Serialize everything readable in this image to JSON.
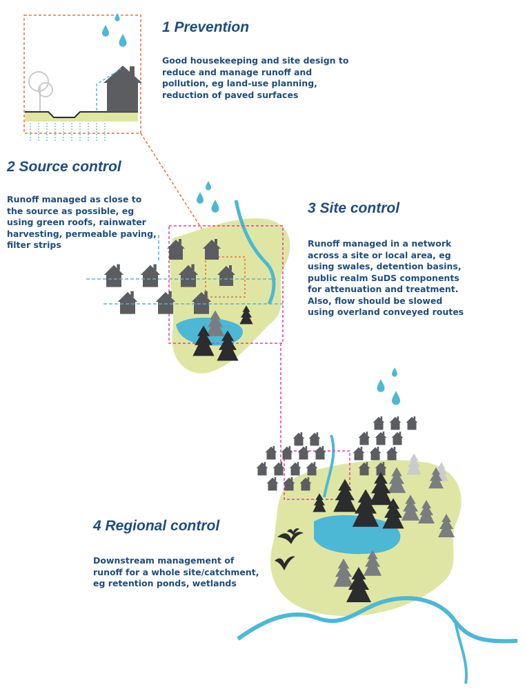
{
  "stages": [
    {
      "title": "1 Prevention",
      "lines": [
        "Good housekeeping and site design to",
        "reduce and manage runoff and",
        "pollution, eg land-use planning,",
        "reduction of paved surfaces"
      ]
    },
    {
      "title": "2 Source control",
      "lines": [
        "Runoff managed as close to",
        "the source as possible, eg",
        "using green roofs, rainwater",
        "harvesting, permeable paving,",
        "filter strips"
      ]
    },
    {
      "title": "3 Site control",
      "lines": [
        "Runoff managed in a network",
        "across a site or local area, eg",
        "using swales, detention basins,",
        "public realm SuDS components",
        "for attenuation and treatment.",
        "Also, flow should be slowed",
        "using overland conveyed routes"
      ]
    },
    {
      "title": "4 Regional control",
      "lines": [
        "Downstream management of",
        "runoff for a whole site/catchment,",
        "eg retention ponds, wetlands"
      ]
    }
  ],
  "colors": {
    "text": "#1d4d7d",
    "water": "#4cb8d6",
    "land": "#dfe6a3",
    "house": "#5b5d60",
    "orange_frame": "#e8703a",
    "pink_frame": "#e63c9a",
    "tree_dark": "#2a2c2e",
    "tree_grey": "#7a7d80",
    "tree_light": "#c9cbcc"
  },
  "icons": [
    "rain-drops-icon",
    "house-icon",
    "tree-icon",
    "conifer-icon",
    "bird-icon",
    "river-icon"
  ]
}
